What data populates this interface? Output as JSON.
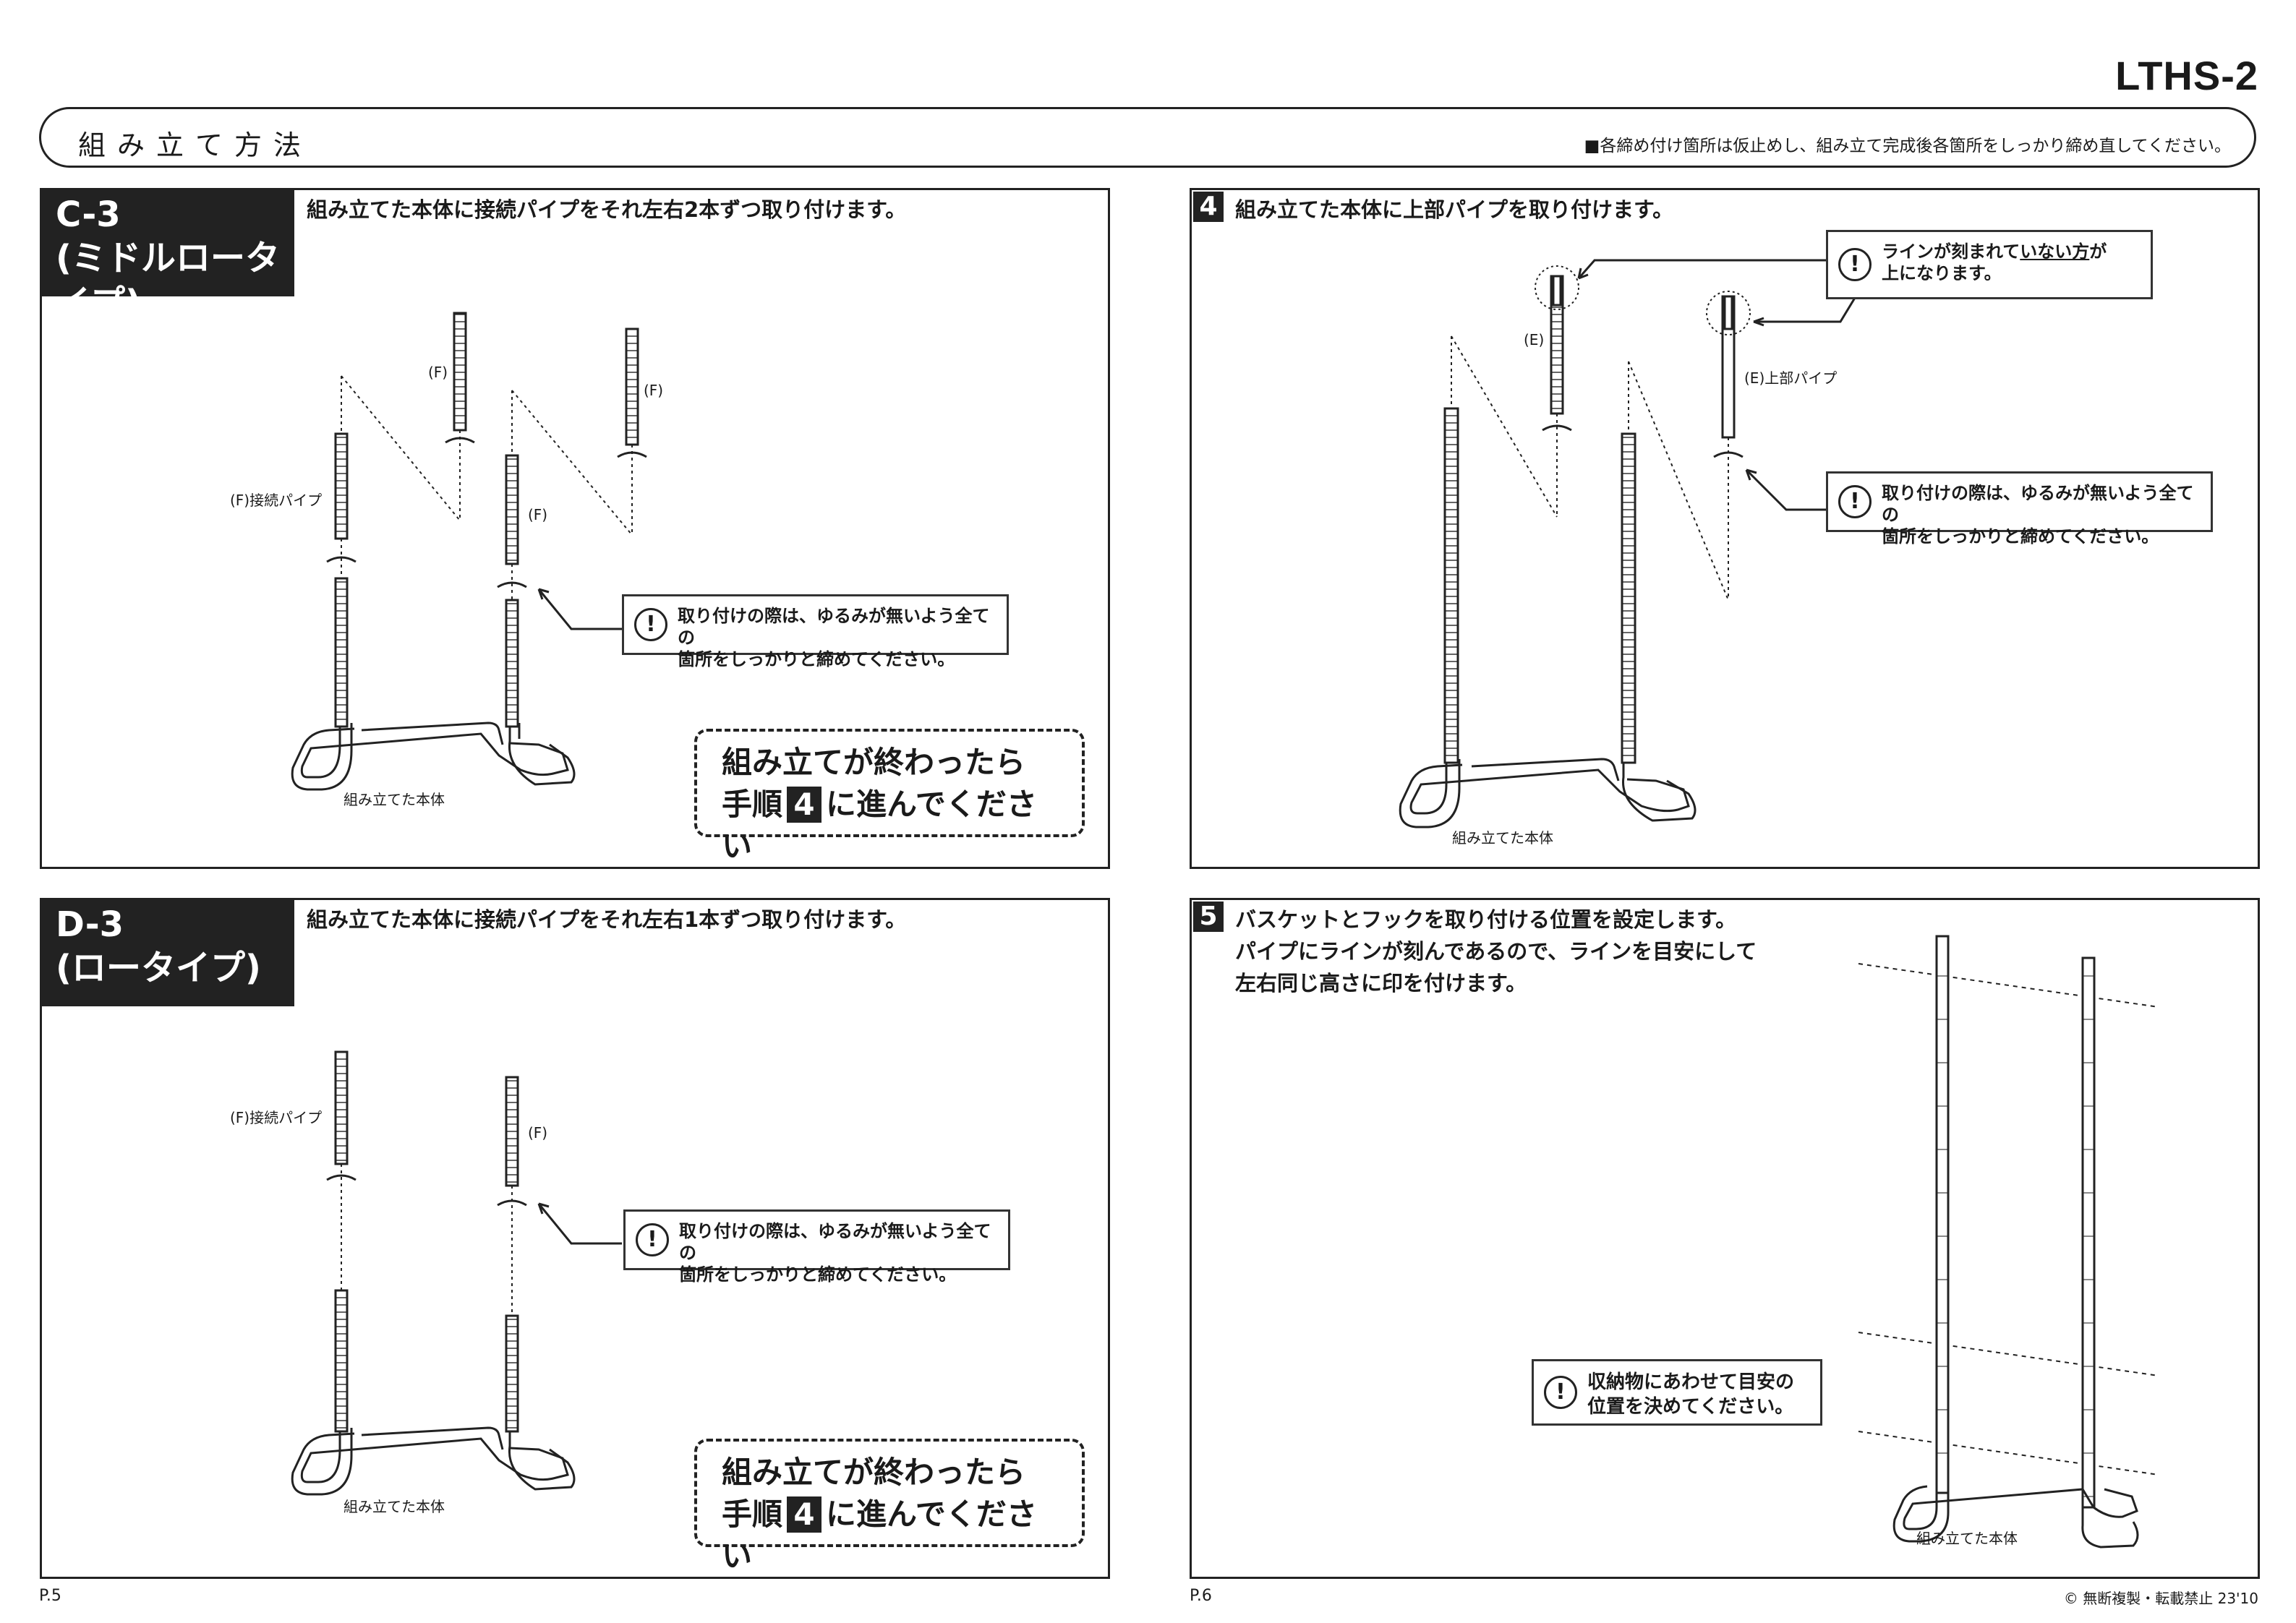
{
  "header": {
    "model": "LTHS-2",
    "title": "組み立て方法",
    "note": "■各締め付け箇所は仮止めし、組み立て完成後各箇所をしっかり締め直してください。"
  },
  "c3": {
    "tag_line1": "C-3",
    "tag_line2": "(ミドルロータイプ)",
    "title": "組み立てた本体に接続パイプをそれ左右2本ずつ取り付けます。",
    "label_f_joint": "(F)接続パイプ",
    "label_f_a": "(F)",
    "label_f_b": "(F)",
    "label_f_c": "(F)",
    "label_body": "組み立てた本体",
    "note_line1": "取り付けの際は、ゆるみが無いよう全ての",
    "note_line2": "箇所をしっかりと締めてください。",
    "next_line1": "組み立てが終わったら",
    "next_pre": "手順",
    "next_num": "4",
    "next_post": "に進んでください"
  },
  "d3": {
    "tag_line1": "D-3",
    "tag_line2": "(ロータイプ)",
    "title": "組み立てた本体に接続パイプをそれ左右1本ずつ取り付けます。",
    "label_f_joint": "(F)接続パイプ",
    "label_f": "(F)",
    "label_body": "組み立てた本体",
    "note_line1": "取り付けの際は、ゆるみが無いよう全ての",
    "note_line2": "箇所をしっかりと締めてください。",
    "next_line1": "組み立てが終わったら",
    "next_pre": "手順",
    "next_num": "4",
    "next_post": "に進んでください"
  },
  "step4": {
    "num": "4",
    "title": "組み立てた本体に上部パイプを取り付けます。",
    "label_e": "(E)",
    "label_e_top": "(E)上部パイプ",
    "label_body": "組み立てた本体",
    "note_a_line1_pre": "ラインが刻まれて",
    "note_a_line1_u": "いない方",
    "note_a_line1_post": "が",
    "note_a_line2": "上になります。",
    "note_b_line1": "取り付けの際は、ゆるみが無いよう全ての",
    "note_b_line2": "箇所をしっかりと締めてください。"
  },
  "step5": {
    "num": "5",
    "title_line1": "バスケットとフックを取り付ける位置を設定します。",
    "title_line2": "パイプにラインが刻んであるので、ラインを目安にして",
    "title_line3": "左右同じ高さに印を付けます。",
    "label_body": "組み立てた本体",
    "note_line1": "収納物にあわせて目安の",
    "note_line2": "位置を決めてください。"
  },
  "footer": {
    "page_left": "P.5",
    "page_right": "P.6",
    "copyright": "© 無断複製・転載禁止 23'10"
  }
}
